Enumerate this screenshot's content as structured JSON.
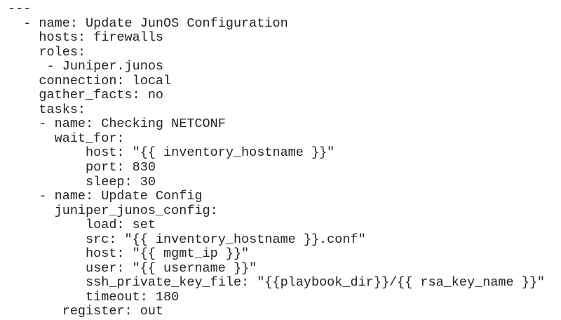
{
  "page": {
    "background_color": "#ffffff",
    "text_color": "#242424",
    "content_type": "yaml-playbook-snippet"
  },
  "code": {
    "language": "yaml",
    "lines": [
      "---",
      "  - name: Update JunOS Configuration",
      "    hosts: firewalls",
      "    roles:",
      "     - Juniper.junos",
      "    connection: local",
      "    gather_facts: no",
      "    tasks:",
      "    - name: Checking NETCONF",
      "      wait_for:",
      "          host: \"{{ inventory_hostname }}\"",
      "          port: 830",
      "          sleep: 30",
      "    - name: Update Config",
      "      juniper_junos_config:",
      "          load: set",
      "          src: \"{{ inventory_hostname }}.conf\"",
      "          host: \"{{ mgmt_ip }}\"",
      "          user: \"{{ username }}\"",
      "          ssh_private_key_file: \"{{playbook_dir}}/{{ rsa_key_name }}\"",
      "          timeout: 180",
      "       register: out"
    ]
  }
}
